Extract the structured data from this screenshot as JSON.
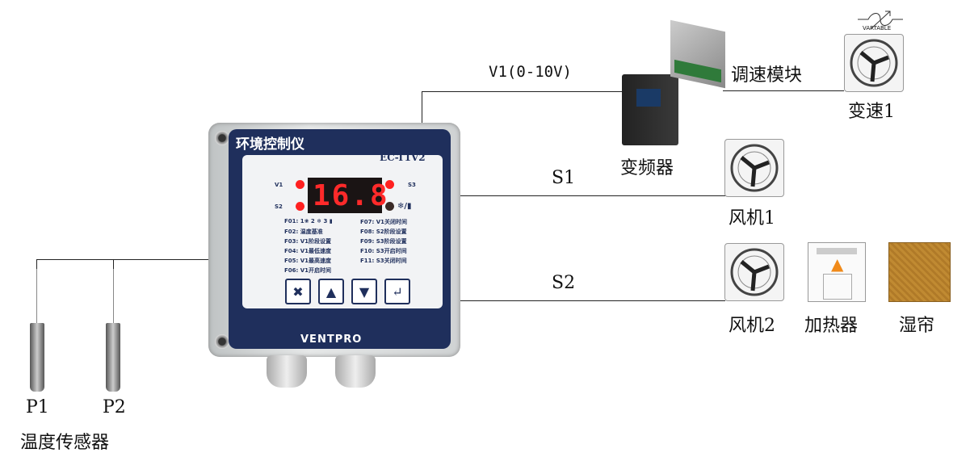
{
  "controller": {
    "title": "环境控制仪",
    "model": "EC-T1V2",
    "display_value": "16.8",
    "indicators": {
      "v1": "V1",
      "s2": "S2",
      "s3": "S3"
    },
    "functions_left": [
      "F01: 1❀ 2 ❄ 3 ▮",
      "F02: 温度基准",
      "F03: V1阶段设置",
      "F04: V1最低速度",
      "F05: V1最高速度",
      "F06: V1开启时间"
    ],
    "functions_right": [
      "F07: V1关闭时间",
      "F08: S2阶段设置",
      "F09: S3阶段设置",
      "F10: S3开启时间",
      "F11: S3关闭时间"
    ],
    "buttons": [
      "wrench-icon",
      "up-arrow-icon",
      "down-arrow-icon",
      "enter-icon"
    ],
    "brand": "VENTPRO",
    "led_color": "#ff2020",
    "panel_color": "#1f2f5c"
  },
  "labels": {
    "v1_signal": "V1(0-10V)",
    "inverter": "变频器",
    "speed_module": "调速模块",
    "variable_fan": "变速1",
    "variable_tag": "VARTABLE",
    "s1": "S1",
    "fan1": "风机1",
    "s2": "S2",
    "fan2": "风机2",
    "heater": "加热器",
    "cooling_pad": "湿帘",
    "p1": "P1",
    "p2": "P2",
    "sensors": "温度传感器"
  }
}
